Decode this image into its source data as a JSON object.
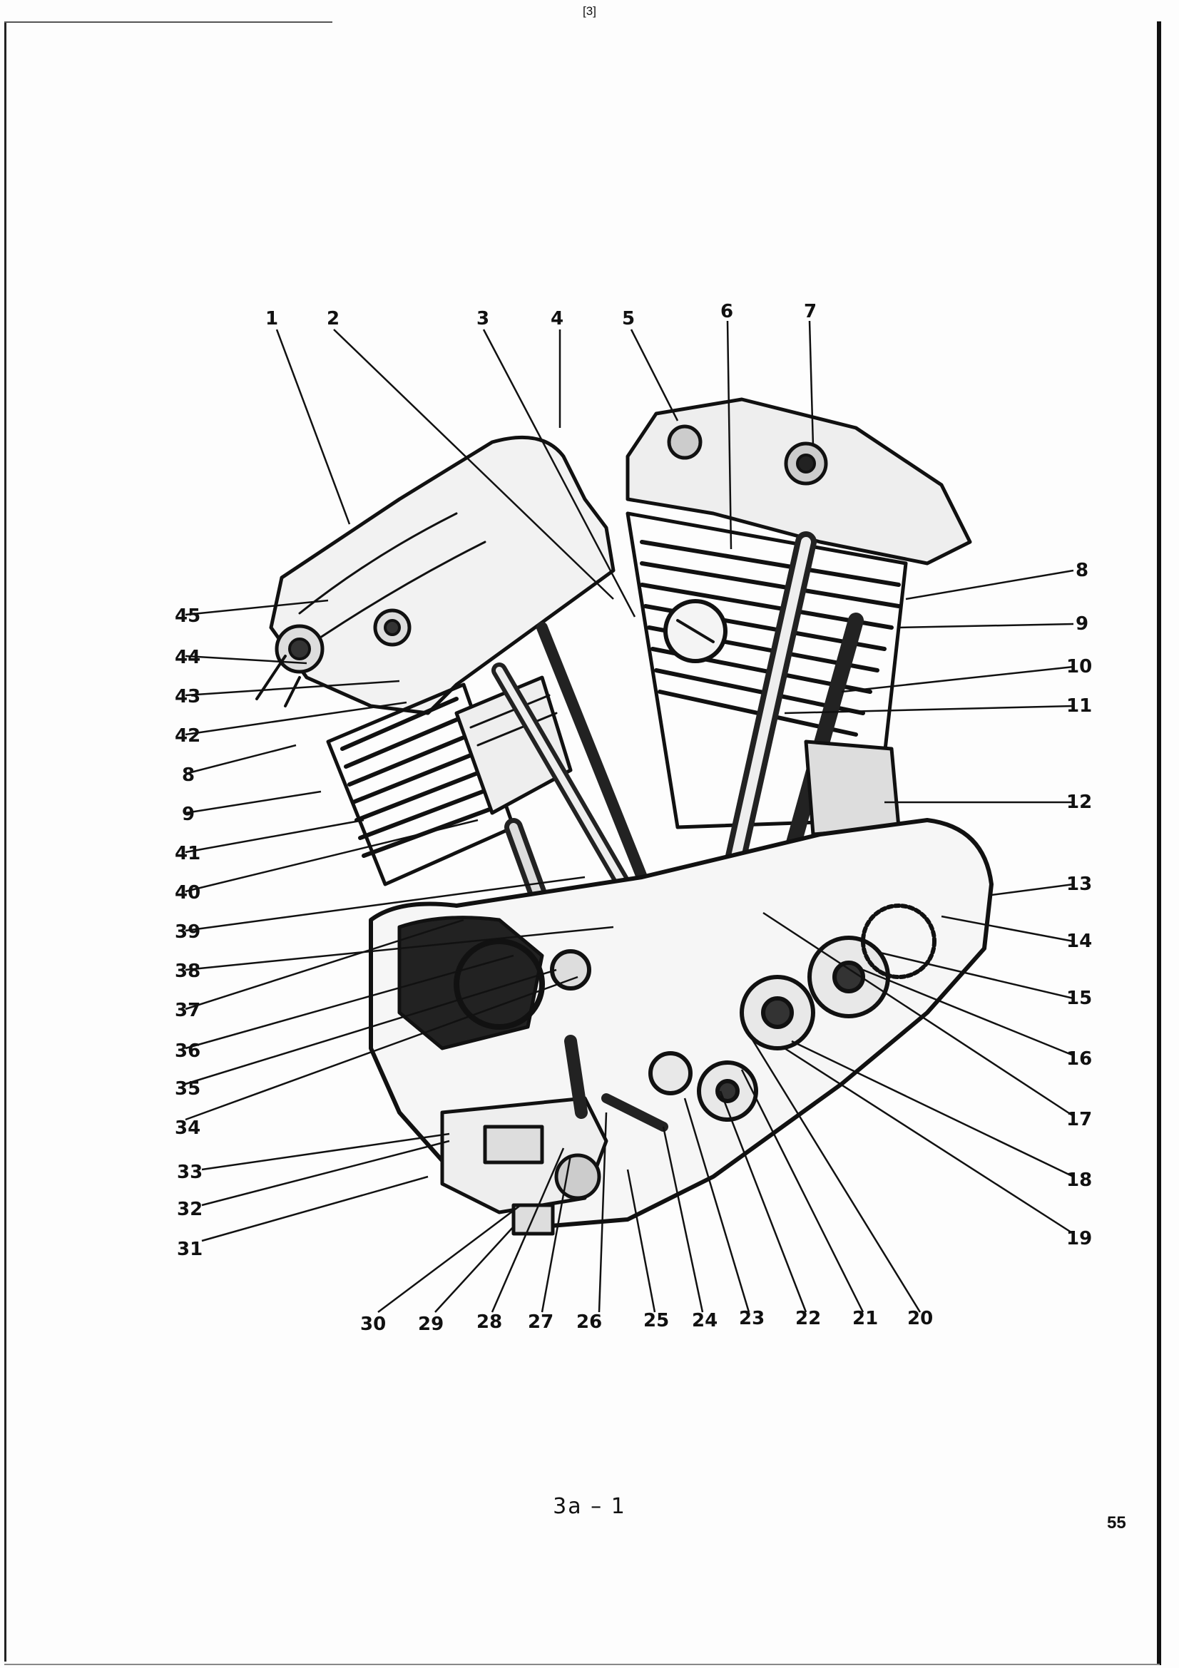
{
  "page": {
    "header_mark": "[3]",
    "caption": "3a – 1",
    "page_number": "55"
  },
  "figure": {
    "callouts_top": [
      "1",
      "2",
      "3",
      "4",
      "5",
      "6",
      "7"
    ],
    "callouts_right": [
      "8",
      "9",
      "10",
      "11",
      "12",
      "13",
      "14",
      "15",
      "16",
      "17",
      "18",
      "19"
    ],
    "callouts_bottom": [
      "20",
      "21",
      "22",
      "23",
      "24",
      "25",
      "26",
      "27",
      "28",
      "29",
      "30"
    ],
    "callouts_left": [
      "31",
      "32",
      "33",
      "34",
      "35",
      "36",
      "37",
      "38",
      "39",
      "40",
      "41",
      "9",
      "8",
      "42",
      "43",
      "44",
      "45"
    ]
  }
}
